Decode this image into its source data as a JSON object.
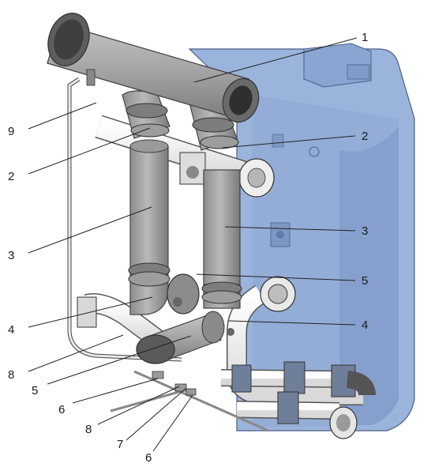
{
  "callouts": [
    {
      "id": "c1-right",
      "label": "1"
    },
    {
      "id": "c2-right",
      "label": "2"
    },
    {
      "id": "c3-right",
      "label": "3"
    },
    {
      "id": "c5-right",
      "label": "5"
    },
    {
      "id": "c4-right",
      "label": "4"
    },
    {
      "id": "c9-left",
      "label": "9"
    },
    {
      "id": "c2-left",
      "label": "2"
    },
    {
      "id": "c3-left",
      "label": "3"
    },
    {
      "id": "c4-left",
      "label": "4"
    },
    {
      "id": "c8-left",
      "label": "8"
    },
    {
      "id": "c5-left",
      "label": "5"
    },
    {
      "id": "c6-left",
      "label": "6"
    },
    {
      "id": "c8-bottom",
      "label": "8"
    },
    {
      "id": "c7-bottom",
      "label": "7"
    },
    {
      "id": "c6-bottom",
      "label": "6"
    }
  ],
  "colors": {
    "boiler": "#9bb4dc",
    "boiler_dark": "#7f9bc9",
    "pipe": "#a9a9a9",
    "pipe_dark": "#6f6f6f",
    "white_pipe": "#f4f4f4",
    "outline": "#333333"
  }
}
